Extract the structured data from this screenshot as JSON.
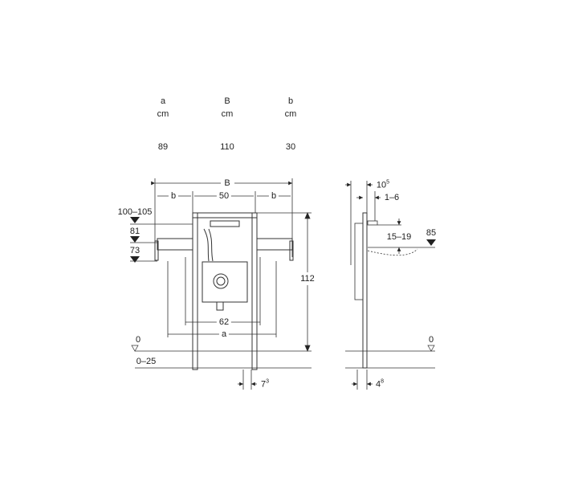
{
  "table": {
    "headers": [
      "a",
      "B",
      "b"
    ],
    "units": [
      "cm",
      "cm",
      "cm"
    ],
    "values": [
      "89",
      "110",
      "30"
    ]
  },
  "front_view": {
    "dim_B": "B",
    "dim_b_left": "b",
    "dim_50": "50",
    "dim_b_right": "b",
    "height_100_105": "100–105",
    "height_81": "81",
    "height_73": "73",
    "dim_112": "112",
    "dim_62": "62",
    "dim_a": "a",
    "floor_0": "0",
    "floor_0_25": "0–25",
    "dim_7_base": "7",
    "dim_7_sup": "3"
  },
  "side_view": {
    "dim_10_base": "10",
    "dim_10_sup": "5",
    "dim_1_6": "1–6",
    "dim_15_19": "15–19",
    "height_85": "85",
    "floor_0": "0",
    "dim_4_base": "4",
    "dim_4_sup": "8"
  }
}
